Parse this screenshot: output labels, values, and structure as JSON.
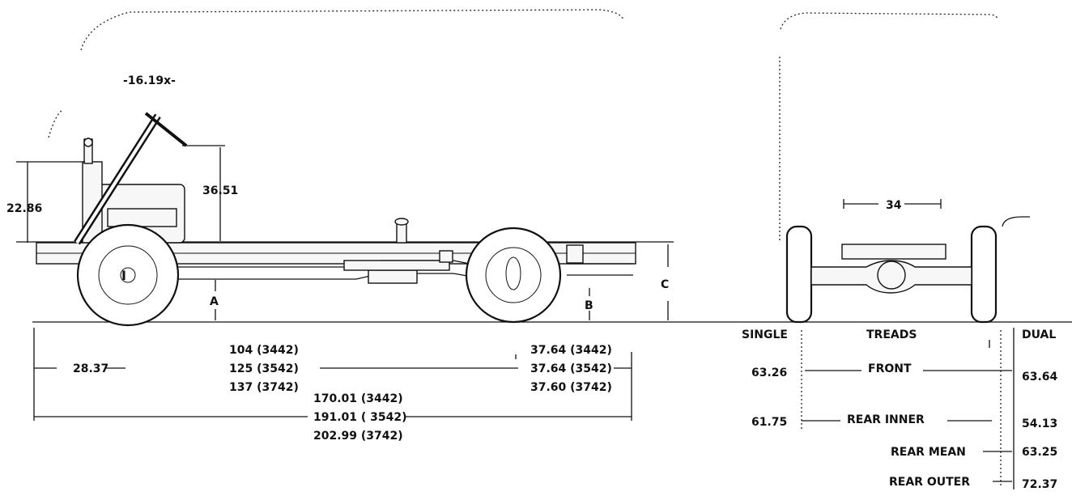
{
  "side_view": {
    "top_label": "-16.19x-",
    "dim_22_86": "22.86",
    "dim_36_51": "36.51",
    "label_a": "A",
    "label_b": "B",
    "label_c": "C",
    "overhang": "28.37",
    "wheelbase": [
      "104 (3442)",
      "125 (3542)",
      "137 (3742)"
    ],
    "rear_overhang": [
      "37.64 (3442)",
      "37.64 (3542)",
      "37.60 (3742)"
    ],
    "overall_length": [
      "170.01 (3442)",
      "191.01 ( 3542)",
      "202.99 (3742)"
    ]
  },
  "rear_view": {
    "top_dim": "34",
    "header_single": "SINGLE",
    "header_treads": "TREADS",
    "header_dual": "DUAL",
    "rows": [
      {
        "label": "FRONT",
        "single": "63.26",
        "dual": "63.64"
      },
      {
        "label": "REAR INNER",
        "single": "61.75",
        "dual": "54.13"
      },
      {
        "label": "REAR MEAN",
        "single": "",
        "dual": "63.25"
      },
      {
        "label": "REAR OUTER",
        "single": "",
        "dual": "72.37"
      }
    ]
  }
}
